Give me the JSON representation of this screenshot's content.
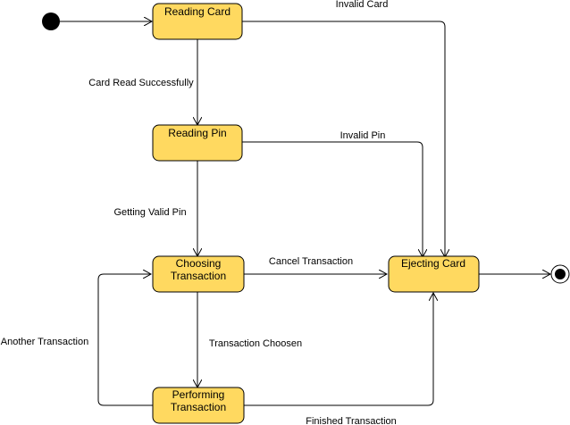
{
  "diagram": {
    "states": {
      "reading_card": "Reading Card",
      "reading_pin": "Reading Pin",
      "choosing_transaction": [
        "Choosing",
        "Transaction"
      ],
      "performing_transaction": [
        "Performing",
        "Transaction"
      ],
      "ejecting_card": "Ejecting Card"
    },
    "transitions": {
      "invalid_card": "Invalid Card",
      "card_read_successfully": "Card Read Successfully",
      "invalid_pin": "Invalid Pin",
      "getting_valid_pin": "Getting Valid Pin",
      "cancel_transaction": "Cancel Transaction",
      "transaction_choosen": "Transaction Choosen",
      "another_transaction": "Another Transaction",
      "finished_transaction": "Finished Transaction"
    }
  },
  "colors": {
    "state_fill": "#ffd960",
    "stroke": "#000000"
  }
}
